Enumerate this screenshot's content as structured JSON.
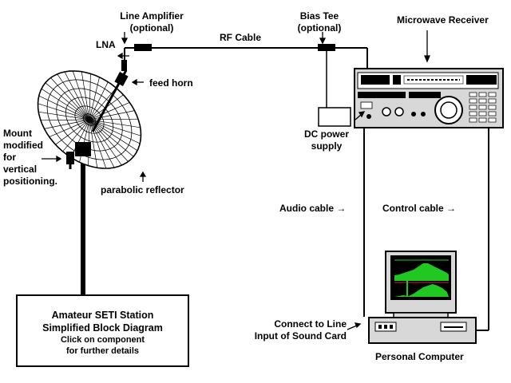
{
  "labels": {
    "line_amplifier": [
      "Line Amplifier",
      "(optional)"
    ],
    "bias_tee": [
      "Bias Tee",
      "(optional)"
    ],
    "microwave_receiver": "Microwave Receiver",
    "lna": "LNA",
    "rf_cable": "RF Cable",
    "feed_horn": "feed horn",
    "mount": [
      "Mount",
      "modified",
      "for",
      "vertical",
      "positioning."
    ],
    "parabolic_reflector": "parabolic reflector",
    "dc_power_supply": [
      "DC power",
      "supply"
    ],
    "audio_cable": "Audio cable →",
    "control_cable": "Control cable →",
    "connect_line": [
      "Connect to Line",
      "Input of Sound Card"
    ],
    "personal_computer": "Personal Computer"
  },
  "title_box": {
    "line1": "Amateur  SETI  Station",
    "line2": "Simplified Block Diagram",
    "line3": "Click on component",
    "line4": "for  further  details"
  },
  "colors": {
    "spectrum_green": "#22c822",
    "screen_bg": "#000000",
    "spectrum_red": "#e02020"
  }
}
